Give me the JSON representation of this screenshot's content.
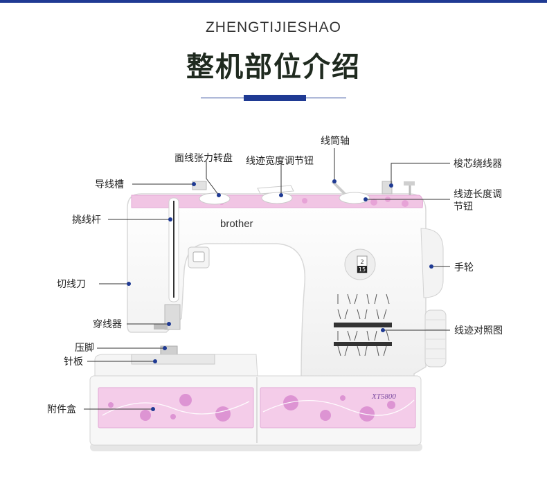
{
  "header": {
    "subtitle": "ZHENGTIJIESHAO",
    "title": "整机部位介绍"
  },
  "colors": {
    "accent": "#1f3a93",
    "body": "#f7f7f7",
    "pink": "#f1c5e4",
    "flower": "#d98bd0"
  },
  "machine": {
    "brand": "brother",
    "model": "XT5800",
    "display_top": "2",
    "display_bottom": "15"
  },
  "labels": {
    "face_tension": "面线张力转盘",
    "stitch_width": "线迹宽度调节钮",
    "spool_pin": "线筒轴",
    "bobbin_winder": "梭芯绕线器",
    "stitch_length": "线迹长度调节钮",
    "thread_guide": "导线槽",
    "take_up": "挑线杆",
    "handwheel": "手轮",
    "cutter": "切线刀",
    "threader": "穿线器",
    "stitch_chart": "线迹对照图",
    "presser_foot": "压脚",
    "needle_plate": "针板",
    "accessory_box": "附件盒"
  }
}
